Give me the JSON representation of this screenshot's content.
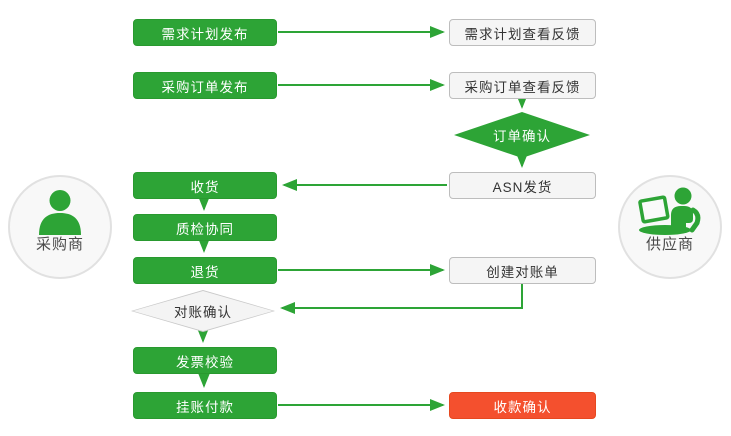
{
  "diagram": {
    "actors": {
      "buyer": {
        "label": "采购商"
      },
      "supplier": {
        "label": "供应商"
      }
    },
    "nodes": {
      "plan_publish": {
        "label": "需求计划发布",
        "type": "process-green"
      },
      "plan_feedback": {
        "label": "需求计划查看反馈",
        "type": "process-light"
      },
      "order_publish": {
        "label": "采购订单发布",
        "type": "process-green"
      },
      "order_feedback": {
        "label": "采购订单查看反馈",
        "type": "process-light"
      },
      "order_confirm": {
        "label": "订单确认",
        "type": "decision-green"
      },
      "asn_ship": {
        "label": "ASN发货",
        "type": "process-light"
      },
      "receive": {
        "label": "收货",
        "type": "process-green"
      },
      "quality": {
        "label": "质检协同",
        "type": "process-green"
      },
      "return_goods": {
        "label": "退货",
        "type": "process-green"
      },
      "statement": {
        "label": "创建对账单",
        "type": "process-light"
      },
      "recon_confirm": {
        "label": "对账确认",
        "type": "decision-light"
      },
      "invoice_check": {
        "label": "发票校验",
        "type": "process-green"
      },
      "payment": {
        "label": "挂账付款",
        "type": "process-green"
      },
      "collect_confirm": {
        "label": "收款确认",
        "type": "process-red"
      }
    },
    "edges": [
      {
        "from": "plan_publish",
        "to": "plan_feedback"
      },
      {
        "from": "order_publish",
        "to": "order_feedback"
      },
      {
        "from": "order_feedback",
        "to": "order_confirm"
      },
      {
        "from": "order_confirm",
        "to": "asn_ship"
      },
      {
        "from": "asn_ship",
        "to": "receive"
      },
      {
        "from": "receive",
        "to": "quality"
      },
      {
        "from": "quality",
        "to": "return_goods"
      },
      {
        "from": "return_goods",
        "to": "statement"
      },
      {
        "from": "statement",
        "to": "recon_confirm"
      },
      {
        "from": "recon_confirm",
        "to": "invoice_check"
      },
      {
        "from": "invoice_check",
        "to": "payment"
      },
      {
        "from": "payment",
        "to": "collect_confirm"
      }
    ],
    "colors": {
      "green": "#2DA436",
      "red": "#F4502E",
      "light_box_bg": "#F5F5F5",
      "light_box_border": "#BDBDBD",
      "dark_text": "#333333"
    }
  }
}
